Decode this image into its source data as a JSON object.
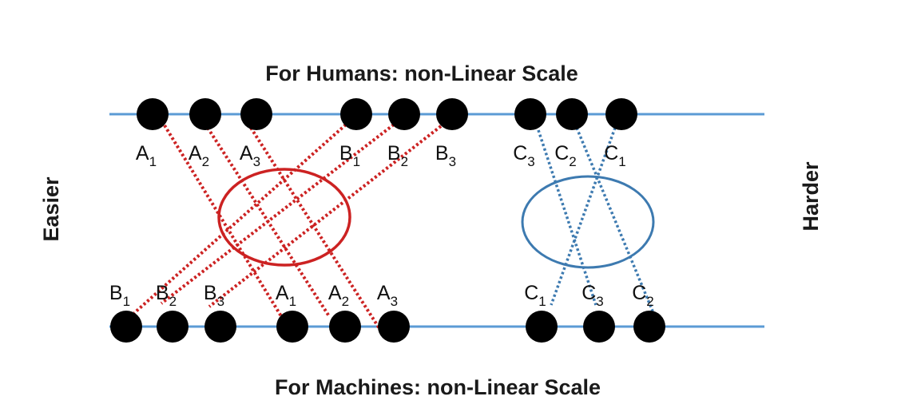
{
  "top_title": "For Humans: non-Linear Scale",
  "bottom_title": "For Machines: non-Linear Scale",
  "left_label": "Easier",
  "right_label": "Harder",
  "colors": {
    "axis": "#5b9bd5",
    "node": "#000000",
    "group_ab": "#cc2222",
    "group_c": "#3d7ab0"
  },
  "top_nodes": [
    {
      "id": "tA1",
      "letter": "A",
      "index": "1"
    },
    {
      "id": "tA2",
      "letter": "A",
      "index": "2"
    },
    {
      "id": "tA3",
      "letter": "A",
      "index": "3"
    },
    {
      "id": "tB1",
      "letter": "B",
      "index": "1"
    },
    {
      "id": "tB2",
      "letter": "B",
      "index": "2"
    },
    {
      "id": "tB3",
      "letter": "B",
      "index": "3"
    },
    {
      "id": "tC3",
      "letter": "C",
      "index": "3"
    },
    {
      "id": "tC2",
      "letter": "C",
      "index": "2"
    },
    {
      "id": "tC1",
      "letter": "C",
      "index": "1"
    }
  ],
  "bottom_nodes": [
    {
      "id": "bB1",
      "letter": "B",
      "index": "1"
    },
    {
      "id": "bB2",
      "letter": "B",
      "index": "2"
    },
    {
      "id": "bB3",
      "letter": "B",
      "index": "3"
    },
    {
      "id": "bA1",
      "letter": "A",
      "index": "1"
    },
    {
      "id": "bA2",
      "letter": "A",
      "index": "2"
    },
    {
      "id": "bA3",
      "letter": "A",
      "index": "3"
    },
    {
      "id": "bC1",
      "letter": "C",
      "index": "1"
    },
    {
      "id": "bC3",
      "letter": "C",
      "index": "3"
    },
    {
      "id": "bC2",
      "letter": "C",
      "index": "2"
    }
  ],
  "links": [
    {
      "from": "tA1",
      "to": "bA1",
      "group": "ab"
    },
    {
      "from": "tA2",
      "to": "bA2",
      "group": "ab"
    },
    {
      "from": "tA3",
      "to": "bA3",
      "group": "ab"
    },
    {
      "from": "tB1",
      "to": "bB1",
      "group": "ab"
    },
    {
      "from": "tB2",
      "to": "bB2",
      "group": "ab"
    },
    {
      "from": "tB3",
      "to": "bB3",
      "group": "ab"
    },
    {
      "from": "tC1",
      "to": "bC1",
      "group": "c"
    },
    {
      "from": "tC2",
      "to": "bC2",
      "group": "c"
    },
    {
      "from": "tC3",
      "to": "bC3",
      "group": "c"
    }
  ]
}
